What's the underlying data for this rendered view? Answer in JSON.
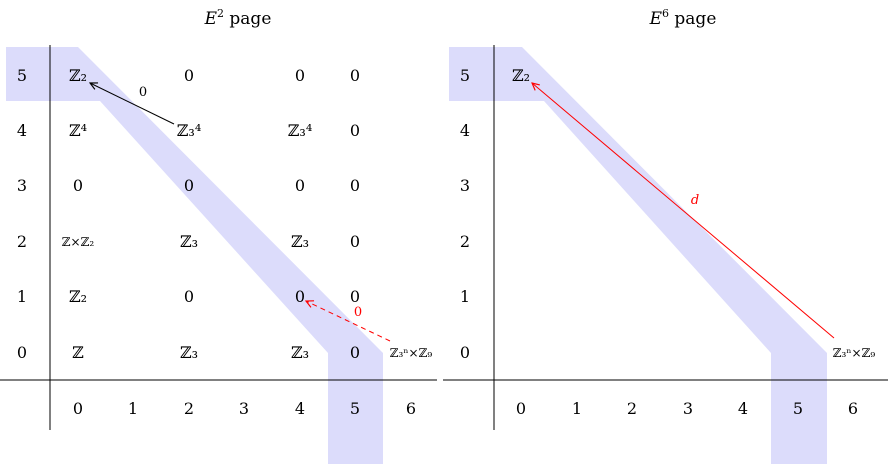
{
  "pages": [
    {
      "id": "e2",
      "title_main": "E",
      "title_sup": "2",
      "title_rest": " page",
      "row_labels": [
        "0",
        "1",
        "2",
        "3",
        "4",
        "5"
      ],
      "col_labels": [
        "0",
        "1",
        "2",
        "3",
        "4",
        "5",
        "6"
      ],
      "cells": {
        "r5c0": "ℤ₂",
        "r5c2": "0",
        "r5c4": "0",
        "r5c5": "0",
        "r4c0": "ℤ⁴",
        "r4c2": "ℤ₃⁴",
        "r4c4": "ℤ₃⁴",
        "r4c5": "0",
        "r3c0": "0",
        "r3c2": "0",
        "r3c4": "0",
        "r3c5": "0",
        "r2c0": "ℤ×ℤ₂",
        "r2c2": "ℤ₃",
        "r2c4": "ℤ₃",
        "r2c5": "0",
        "r1c0": "ℤ₂",
        "r1c2": "0",
        "r1c4": "0",
        "r1c5": "0",
        "r0c0": "ℤ",
        "r0c2": "ℤ₃",
        "r0c4": "ℤ₃",
        "r0c5": "0",
        "r0c6": "ℤ₃ⁿ×ℤ₉"
      },
      "arrows": [
        {
          "label": "0",
          "color": "#000000",
          "style": "solid"
        },
        {
          "label": "0",
          "color": "#ff0000",
          "style": "dashed"
        }
      ]
    },
    {
      "id": "e6",
      "title_main": "E",
      "title_sup": "6",
      "title_rest": " page",
      "row_labels": [
        "0",
        "1",
        "2",
        "3",
        "4",
        "5"
      ],
      "col_labels": [
        "0",
        "1",
        "2",
        "3",
        "4",
        "5",
        "6"
      ],
      "cells": {
        "r5c0": "ℤ₂",
        "r0c6": "ℤ₃ⁿ×ℤ₉"
      },
      "arrows": [
        {
          "label": "d",
          "color": "#ff0000",
          "style": "solid"
        }
      ]
    }
  ],
  "colors": {
    "highlight": "#dcdcfb",
    "axis": "#000000",
    "differential": "#ff0000"
  }
}
